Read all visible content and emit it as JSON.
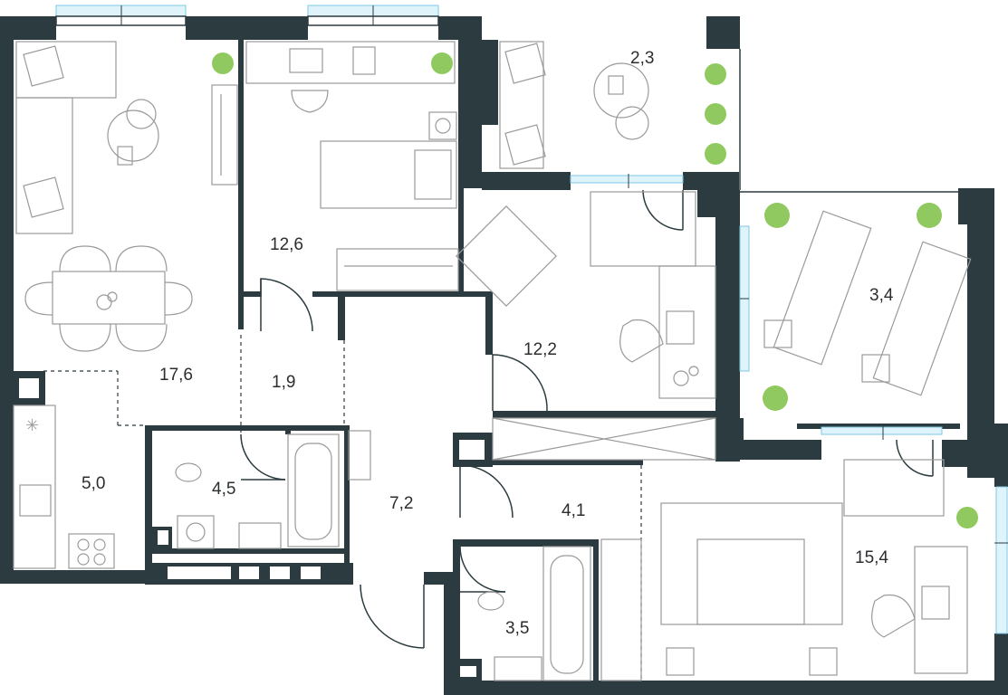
{
  "plan": {
    "rooms": [
      {
        "id": "living",
        "area": "17,6"
      },
      {
        "id": "bedroom-1",
        "area": "12,6"
      },
      {
        "id": "loggia-1",
        "area": "2,3"
      },
      {
        "id": "office",
        "area": "12,2"
      },
      {
        "id": "terrace",
        "area": "3,4"
      },
      {
        "id": "hall",
        "area": "1,9"
      },
      {
        "id": "kitchen",
        "area": "5,0"
      },
      {
        "id": "bathroom-1",
        "area": "4,5"
      },
      {
        "id": "corridor",
        "area": "7,2"
      },
      {
        "id": "wardrobe",
        "area": "4,1"
      },
      {
        "id": "bathroom-2",
        "area": "3,5"
      },
      {
        "id": "bedroom-2",
        "area": "15,4"
      }
    ]
  },
  "colors": {
    "wall": "#2b3b40",
    "furniture_line": "#9a9a9a",
    "plant": "#7cc043",
    "window_glass": "#7cc9e3"
  }
}
